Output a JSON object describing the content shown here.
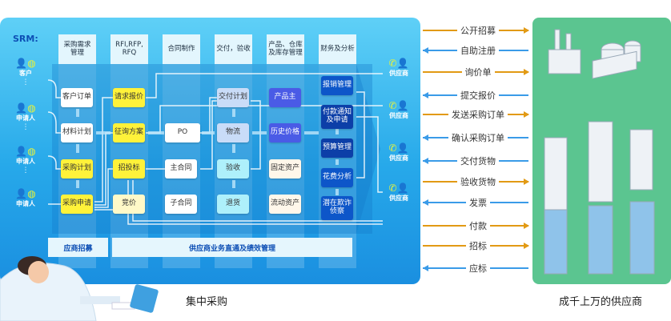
{
  "srm_label": "SRM:",
  "columns": [
    "采购需求\n管理",
    "RFI,RFP,\nRFQ",
    "合同制作",
    "交付，验收",
    "产品、仓库\n及库存管理",
    "财务及分析"
  ],
  "left_actors": [
    "客户",
    "申请人",
    "申请人",
    "申请人"
  ],
  "col1": [
    "客户订单",
    "材料计划",
    "采购计划",
    "采购申请"
  ],
  "col2": [
    "请求报价",
    "征询方案",
    "招投标",
    "竞价"
  ],
  "col3": [
    "PO",
    "主合同",
    "子合同"
  ],
  "col4": [
    "交付计划",
    "物流",
    "验收",
    "退货"
  ],
  "col5": [
    "产品主",
    "历史价格",
    "固定资产",
    "流动资产"
  ],
  "col6": [
    "报销管理",
    "付款通知\n及申请",
    "预算管理",
    "花费分析",
    "潜在欺诈\n侦察"
  ],
  "suppliers": [
    "供应商",
    "供应商",
    "供应商",
    "供应商"
  ],
  "bars": {
    "recruit": "应商招募",
    "performance": "供应商业务直通及绩效管理"
  },
  "interactions": [
    {
      "label": "公开招募",
      "direction": "to-supplier"
    },
    {
      "label": "自助注册",
      "direction": "to-buyer"
    },
    {
      "label": "询价单",
      "direction": "to-supplier"
    },
    {
      "label": "提交报价",
      "direction": "to-buyer"
    },
    {
      "label": "发送采购订单",
      "direction": "to-supplier"
    },
    {
      "label": "确认采购订单",
      "direction": "to-buyer"
    },
    {
      "label": "交付货物",
      "direction": "to-buyer"
    },
    {
      "label": "验收货物",
      "direction": "to-supplier"
    },
    {
      "label": "发票",
      "direction": "to-buyer"
    },
    {
      "label": "付款",
      "direction": "to-supplier"
    },
    {
      "label": "招标",
      "direction": "to-supplier"
    },
    {
      "label": "应标",
      "direction": "to-buyer"
    }
  ],
  "colors": {
    "to-supplier": "#e29a14",
    "to-buyer": "#3a9be8",
    "supplier_panel": "#5bc590"
  },
  "captions": {
    "left": "集中采购",
    "right": "成千上万的供应商"
  }
}
